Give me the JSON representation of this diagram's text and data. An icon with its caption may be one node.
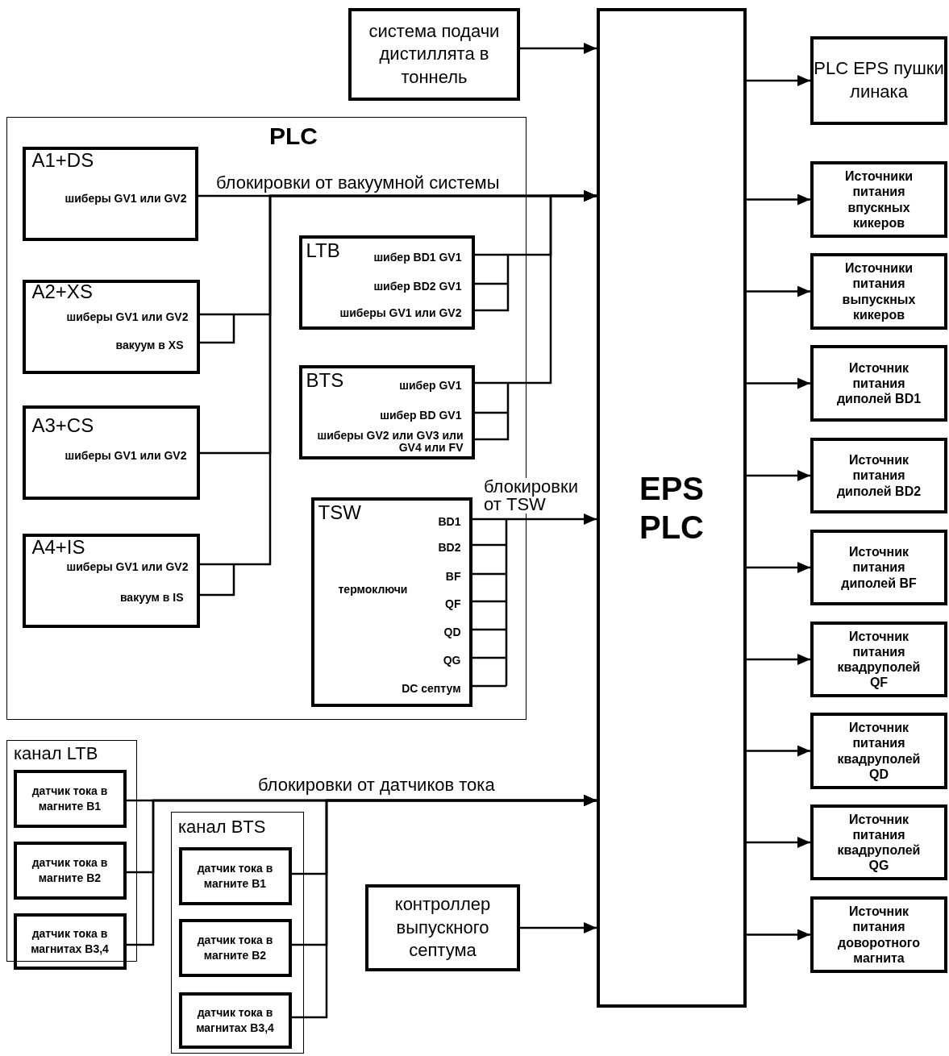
{
  "diagram": {
    "nodes": [
      {
        "text": [
          "система подачи дистиллята в тоннель"
        ]
      },
      {
        "text": [
          "EPS PLC"
        ]
      },
      {
        "text": [
          "PLC EPS пушки линака"
        ]
      },
      {
        "text": [
          "Источники питания впускных кикеров"
        ]
      },
      {
        "text": [
          "Источники питания выпускных кикеров"
        ]
      },
      {
        "text": [
          "Источник питания диполей BD1"
        ]
      },
      {
        "text": [
          "Источник питания диполей BD2"
        ]
      },
      {
        "text": [
          "Источник питания диполей BF"
        ]
      },
      {
        "text": [
          "Источник питания квадруполей QF"
        ]
      },
      {
        "text": [
          "Источник питания квадруполей QD"
        ]
      },
      {
        "text": [
          "Источник питания квадруполей QG"
        ]
      },
      {
        "text": [
          "Источник питания доворотного магнита"
        ]
      },
      {
        "text": [
          "PLC"
        ]
      },
      {
        "text": [
          "A1+DS",
          "шиберы GV1 или GV2"
        ],
        "in": 12
      },
      {
        "text": [
          "A2+XS",
          "шиберы GV1 или GV2",
          "вакуум в XS"
        ],
        "in": 12
      },
      {
        "text": [
          "A3+CS",
          "шиберы GV1 или GV2"
        ],
        "in": 12
      },
      {
        "text": [
          "A4+IS",
          "шиберы GV1 или GV2",
          "вакуум в IS"
        ],
        "in": 12
      },
      {
        "text": [
          "LTB",
          "шибер BD1 GV1",
          "шибер BD2 GV1",
          "шиберы GV1 или GV2"
        ],
        "in": 12
      },
      {
        "text": [
          "BTS",
          "шибер GV1",
          "шибер BD GV1",
          "шиберы GV2 или GV3 или GV4 или FV"
        ],
        "in": 12
      },
      {
        "text": [
          "TSW",
          "BD1",
          "BD2",
          "BF",
          "термоключи",
          "QF",
          "QD",
          "QG",
          "DC септум"
        ],
        "in": 12
      },
      {
        "text": [
          "канал LTB"
        ]
      },
      {
        "text": [
          "датчик тока в магните B1"
        ],
        "in": 20
      },
      {
        "text": [
          "датчик тока в магните B2"
        ],
        "in": 20
      },
      {
        "text": [
          "датчик тока в магнитах B3,4"
        ],
        "in": 20
      },
      {
        "text": [
          "канал BTS"
        ]
      },
      {
        "text": [
          "датчик тока в магните B1"
        ],
        "in": 24
      },
      {
        "text": [
          "датчик тока в магните B2"
        ],
        "in": 24
      },
      {
        "text": [
          "датчик тока в магнитах B3,4"
        ],
        "in": 24
      },
      {
        "text": [
          "контроллер выпускного септума"
        ]
      }
    ],
    "edges": [
      {
        "from": 0,
        "to": 1,
        "arrow": "to"
      },
      {
        "from": 13,
        "to": 1,
        "arrow": "to",
        "label": "блокировки от вакуумной системы"
      },
      {
        "from": 14,
        "to": 1,
        "arrow": "to"
      },
      {
        "from": 15,
        "to": 1,
        "arrow": "to"
      },
      {
        "from": 16,
        "to": 1,
        "arrow": "to"
      },
      {
        "from": 17,
        "to": 1,
        "arrow": "to"
      },
      {
        "from": 18,
        "to": 1,
        "arrow": "to"
      },
      {
        "from": 19,
        "to": 1,
        "arrow": "to",
        "label": "блокировки от TSW"
      },
      {
        "from": 21,
        "to": 1,
        "arrow": "to",
        "label": "блокировки от датчиков тока"
      },
      {
        "from": 22,
        "to": 1,
        "arrow": "to"
      },
      {
        "from": 23,
        "to": 1,
        "arrow": "to"
      },
      {
        "from": 25,
        "to": 1,
        "arrow": "to"
      },
      {
        "from": 26,
        "to": 1,
        "arrow": "to"
      },
      {
        "from": 27,
        "to": 1,
        "arrow": "to"
      },
      {
        "from": 28,
        "to": 1,
        "arrow": "to"
      },
      {
        "from": 1,
        "to": 2,
        "arrow": "to"
      },
      {
        "from": 1,
        "to": 3,
        "arrow": "to"
      },
      {
        "from": 1,
        "to": 4,
        "arrow": "to"
      },
      {
        "from": 1,
        "to": 5,
        "arrow": "to"
      },
      {
        "from": 1,
        "to": 6,
        "arrow": "to"
      },
      {
        "from": 1,
        "to": 7,
        "arrow": "to"
      },
      {
        "from": 1,
        "to": 8,
        "arrow": "to"
      },
      {
        "from": 1,
        "to": 9,
        "arrow": "to"
      },
      {
        "from": 1,
        "to": 10,
        "arrow": "to"
      },
      {
        "from": 1,
        "to": 11,
        "arrow": "to"
      }
    ]
  }
}
